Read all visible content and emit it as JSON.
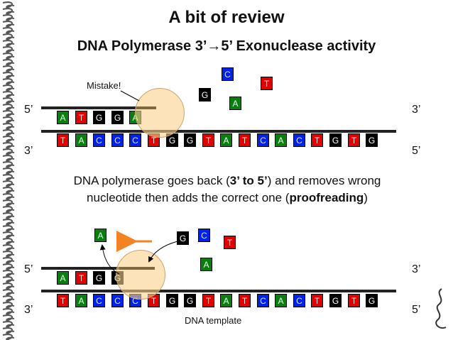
{
  "title": "A bit of review",
  "subtitle": "DNA Polymerase 3’→5’ Exonuclease activity",
  "description": {
    "line1_a": "DNA polymerase goes back (",
    "line1_b": "3’ to 5’",
    "line1_c": ") and removes wrong",
    "line2_a": "nucleotide then adds the correct one (",
    "line2_b": "proofreading",
    "line2_c": ")"
  },
  "panel1": {
    "top_left": "5’",
    "top_right": "3’",
    "bottom_left": "3’",
    "bottom_right": "5’",
    "mistake_label": "Mistake!",
    "new_strand": [
      "A",
      "T",
      "G",
      "G",
      "A"
    ],
    "template": [
      "T",
      "A",
      "C",
      "C",
      "C",
      "T",
      "G",
      "G",
      "T",
      "A",
      "T",
      "C",
      "A",
      "C",
      "T",
      "G",
      "T",
      "G"
    ],
    "free": [
      "C",
      "G",
      "T",
      "A"
    ]
  },
  "panel2": {
    "top_left": "5’",
    "top_right": "3’",
    "bottom_left": "3’",
    "bottom_right": "5’",
    "template_label": "DNA template",
    "new_strand": [
      "A",
      "T",
      "G",
      "G"
    ],
    "template": [
      "T",
      "A",
      "C",
      "C",
      "C",
      "T",
      "G",
      "G",
      "T",
      "A",
      "T",
      "C",
      "A",
      "C",
      "T",
      "G",
      "T",
      "G"
    ],
    "removed": "A",
    "incoming": "G",
    "free": [
      "C",
      "T",
      "A"
    ]
  }
}
